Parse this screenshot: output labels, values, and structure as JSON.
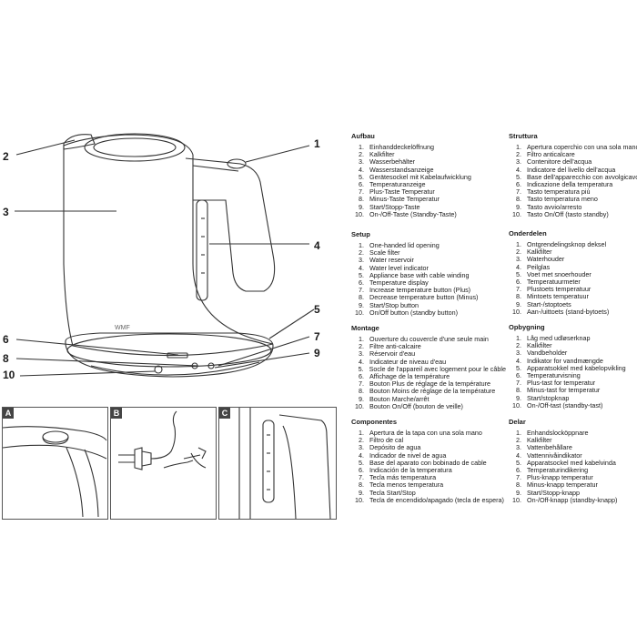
{
  "callouts": [
    "1",
    "2",
    "3",
    "4",
    "5",
    "6",
    "7",
    "8",
    "9",
    "10"
  ],
  "logo": "WMF",
  "panel_labels": [
    "A",
    "B",
    "C"
  ],
  "sections": {
    "aufbau": {
      "title": "Aufbau",
      "items": [
        "Einhanddeckelöffnung",
        "Kalkfilter",
        "Wasserbehälter",
        "Wasserstandsanzeige",
        "Gerätesockel mit Kabelaufwicklung",
        "Temperaturanzeige",
        "Plus-Taste Temperatur",
        "Minus-Taste Temperatur",
        "Start/Stopp-Taste",
        "On-/Off-Taste (Standby-Taste)"
      ]
    },
    "setup": {
      "title": "Setup",
      "items": [
        "One-handed lid opening",
        "Scale filter",
        "Water reservoir",
        "Water level indicator",
        "Appliance base with cable winding",
        "Temperature display",
        "Increase temperature button (Plus)",
        "Decrease temperature button (Minus)",
        "Start/Stop button",
        "On/Off button (standby button)"
      ]
    },
    "montage": {
      "title": "Montage",
      "items": [
        "Ouverture du couvercle d'une seule main",
        "Filtre anti-calcaire",
        "Réservoir d'eau",
        "Indicateur de niveau d'eau",
        "Socle de l'appareil avec logement pour le câble",
        "Affichage de la température",
        "Bouton Plus de réglage de la température",
        "Bouton Moins de réglage de la température",
        "Bouton Marche/arrêt",
        "Bouton On/Off (bouton de veille)"
      ]
    },
    "componentes": {
      "title": "Componentes",
      "items": [
        "Apertura de la tapa con una sola mano",
        "Filtro de cal",
        "Depósito de agua",
        "Indicador de nivel de agua",
        "Base del aparato con bobinado de cable",
        "Indicación de la temperatura",
        "Tecla más temperatura",
        "Tecla menos temperatura",
        "Tecla Start/Stop",
        "Tecla de encendido/apagado (tecla de espera)"
      ]
    },
    "struttura": {
      "title": "Struttura",
      "items": [
        "Apertura coperchio con una sola mano",
        "Filtro anticalcare",
        "Contenitore dell'acqua",
        "Indicatore del livello dell'acqua",
        "Base dell'apparecchio con avvolgicavo",
        "Indicazione della temperatura",
        "Tasto temperatura più",
        "Tasto temperatura meno",
        "Tasto avvio/arresto",
        "Tasto On/Off (tasto standby)"
      ]
    },
    "onderdelen": {
      "title": "Onderdelen",
      "items": [
        "Ontgrendelingsknop deksel",
        "Kalkfilter",
        "Waterhouder",
        "Peilglas",
        "Voet met snoerhouder",
        "Temperatuurmeter",
        "Plustoets temperatuur",
        "Mintoets temperatuur",
        "Start-/stoptoets",
        "Aan-/uittoets (stand-bytoets)"
      ]
    },
    "opbygning": {
      "title": "Opbygning",
      "items": [
        "Låg med udløserknap",
        "Kalkfilter",
        "Vandbeholder",
        "Indikator for vandmængde",
        "Apparatsokkel med kabelopvikling",
        "Temperaturvisning",
        "Plus-tast for temperatur",
        "Minus-tast for temperatur",
        "Start/stopknap",
        "On-/Off-tast (standby-tast)"
      ]
    },
    "delar": {
      "title": "Delar",
      "items": [
        "Enhandslocköppnare",
        "Kalkfilter",
        "Vattenbehållare",
        "Vattennivåindikator",
        "Apparatsockel med kabelvinda",
        "Temperaturindikering",
        "Plus-knapp temperatur",
        "Minus-knapp temperatur",
        "Start/Stopp-knapp",
        "On-/Off-knapp (standby-knapp)"
      ]
    }
  },
  "item_numbers": [
    "1.",
    "2.",
    "3.",
    "4.",
    "5.",
    "6.",
    "7.",
    "8.",
    "9.",
    "10."
  ]
}
